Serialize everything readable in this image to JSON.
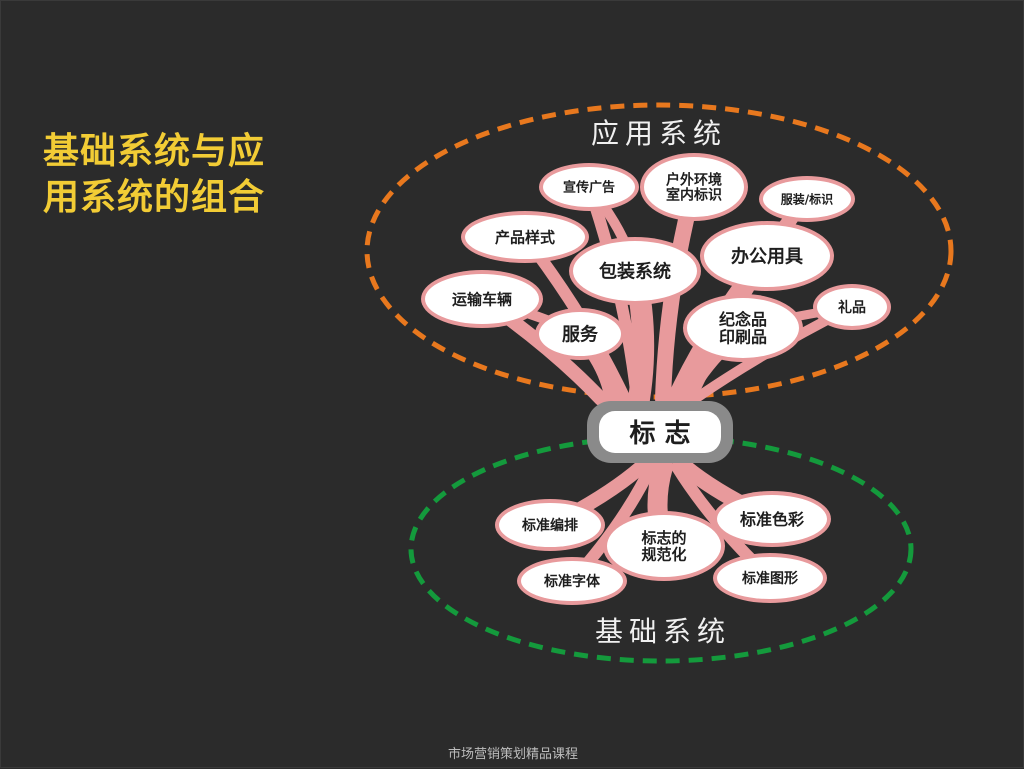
{
  "slide": {
    "title_line1": "基础系统与应",
    "title_line2": "用系统的组合",
    "footer": "市场营销策划精品课程"
  },
  "diagram": {
    "center": "标 志",
    "application_group_label": "应用系统",
    "basic_group_label": "基础系统",
    "application_nodes": [
      {
        "id": "xuanchuan",
        "label": "宣传广告"
      },
      {
        "id": "huwai",
        "label": "户外环境\n室内标识"
      },
      {
        "id": "fuzhuang",
        "label": "服装/标识"
      },
      {
        "id": "chanpin",
        "label": "产品样式"
      },
      {
        "id": "baozhuang",
        "label": "包装系统"
      },
      {
        "id": "bangong",
        "label": "办公用具"
      },
      {
        "id": "yunshu",
        "label": "运输车辆"
      },
      {
        "id": "fuwu",
        "label": "服务"
      },
      {
        "id": "jinian",
        "label": "纪念品\n印刷品"
      },
      {
        "id": "lipin",
        "label": "礼品"
      }
    ],
    "basic_nodes": [
      {
        "id": "bianpai",
        "label": "标准编排"
      },
      {
        "id": "guifan",
        "label": "标志的\n规范化"
      },
      {
        "id": "secai",
        "label": "标准色彩"
      },
      {
        "id": "ziti",
        "label": "标准字体"
      },
      {
        "id": "tuxing",
        "label": "标准图形"
      }
    ],
    "colors": {
      "application_ring": "#e8781e",
      "basic_ring": "#149a3c",
      "branch": "#e89a9c",
      "node_fill": "#ffffff",
      "center_fill": "#8a8a8a"
    }
  }
}
